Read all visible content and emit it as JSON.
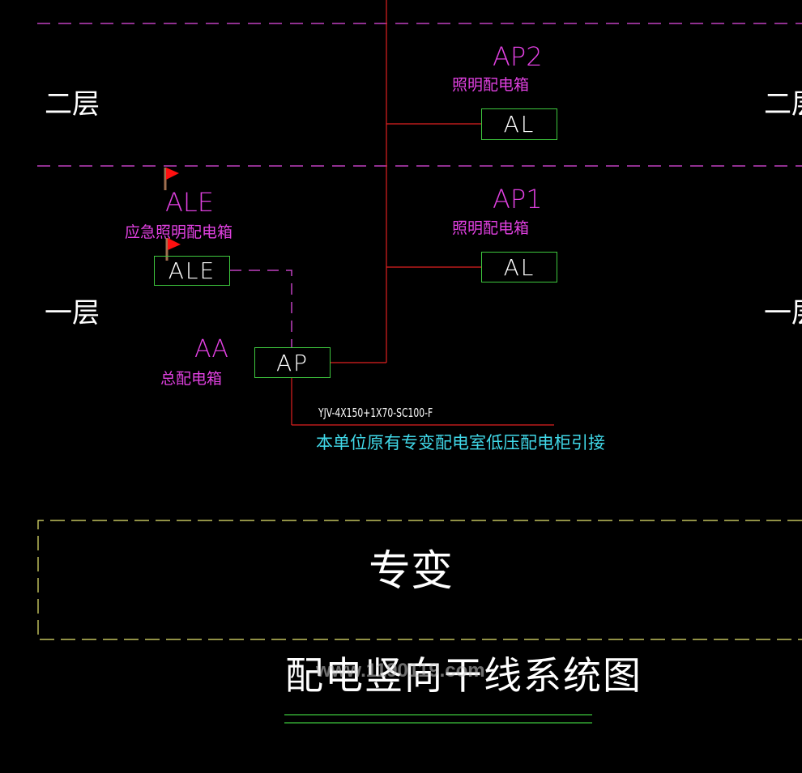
{
  "diagram": {
    "title": "配电竖向干线系统图",
    "watermark": "www.1190119.com",
    "floors": {
      "second": "二层",
      "first": "一层"
    },
    "panels": {
      "ap2": {
        "code": "AP2",
        "desc": "照明配电箱",
        "box_label": "AL"
      },
      "ap1": {
        "code": "AP1",
        "desc": "照明配电箱",
        "box_label": "AL"
      },
      "ale": {
        "code": "ALE",
        "desc": "应急照明配电箱",
        "box_label": "ALE"
      },
      "aa": {
        "code": "AA",
        "desc": "总配电箱",
        "box_label": "AP"
      }
    },
    "cable_spec": "YJV-4X150+1X70-SC100-F",
    "source_note": "本单位原有专变配电室低压配电柜引接",
    "transformer_label": "专变",
    "colors": {
      "background": "#000000",
      "floor_line": "#c040c0",
      "feeder_line": "#e02020",
      "emergency_line": "#c040c0",
      "box_border": "#3ec83e",
      "transformer_border": "#e8e870",
      "label_magenta": "#e040e0",
      "note_cyan": "#40d8e8",
      "title_underline": "#3ec83e",
      "flag": "#ff1010"
    }
  }
}
